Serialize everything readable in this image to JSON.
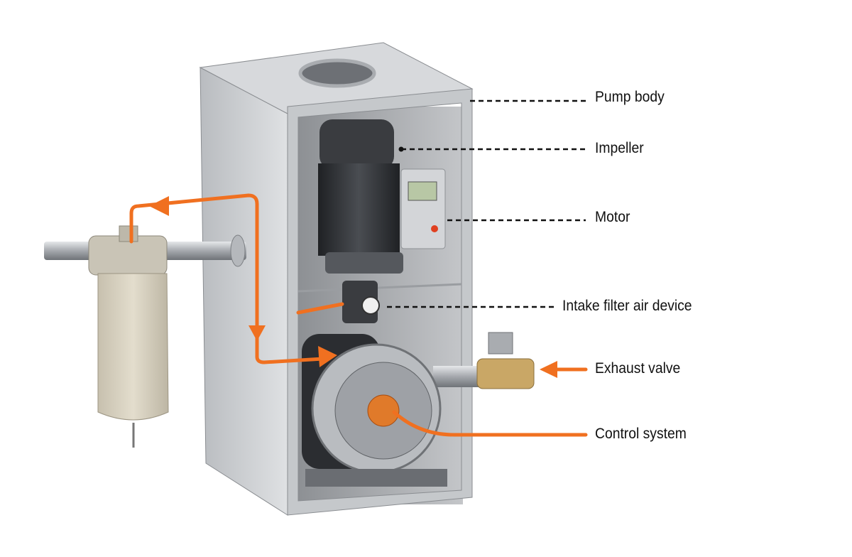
{
  "diagram": {
    "labels": {
      "pump_body": "Pump body",
      "impeller": "Impeller",
      "motor": "Motor",
      "intake_filter": "Intake filter air device",
      "exhaust_valve": "Exhaust valve",
      "control_system": "Control system"
    },
    "colors": {
      "accent": "#f07020",
      "cabinet": "#c9ccd0",
      "motor": "#2d2f33",
      "filter_bag": "#d8d2c2",
      "leader": "#111111"
    }
  }
}
